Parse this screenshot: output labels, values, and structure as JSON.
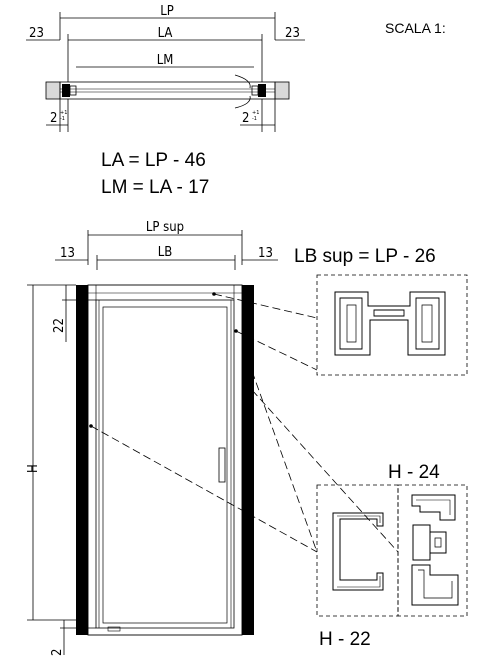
{
  "scale_text": "SCALA 1:",
  "top_view": {
    "lp": "LP",
    "la": "LA",
    "lm": "LM",
    "left_offset": "23",
    "right_offset": "23",
    "left_gap": "2",
    "right_gap": "2",
    "tol_plus": "+1",
    "tol_minus": "-1",
    "formula_la": "LA = LP - 46",
    "formula_lm": "LM = LA - 17"
  },
  "front_view": {
    "lp_sup": "LP sup",
    "lb": "LB",
    "left_offset": "13",
    "right_offset": "13",
    "top_gap": "22",
    "height": "H",
    "bottom_gap": "2",
    "formula_lb": "LB sup = LP - 26"
  },
  "details": {
    "label_h24": "H - 24",
    "label_h22": "H - 22"
  }
}
